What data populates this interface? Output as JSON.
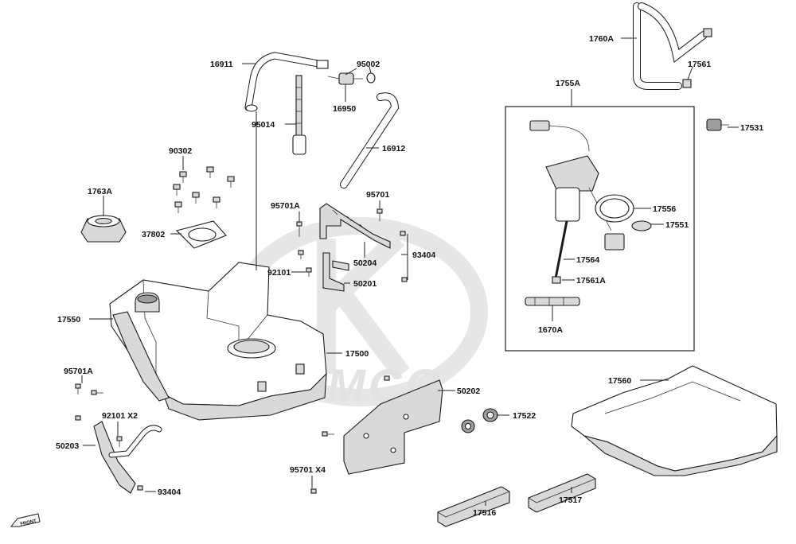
{
  "watermark": {
    "brand": "KYMCO",
    "color": "#e3e3e3"
  },
  "front_marker": {
    "text": "FRONT"
  },
  "assembly_box": {
    "label": "1755A"
  },
  "labels": {
    "p16911": "16911",
    "p95002": "95002",
    "p16950": "16950",
    "p95014": "95014",
    "p16912": "16912",
    "p90302": "90302",
    "p1763A": "1763A",
    "p37802": "37802",
    "p95701A_top": "95701A",
    "p95701_top": "95701",
    "p93404_top": "93404",
    "p92101": "92101",
    "p50204": "50204",
    "p50201": "50201",
    "p17550": "17550",
    "p17500": "17500",
    "p95701A_left": "95701A",
    "p92101x2": "92101  X2",
    "p50203": "50203",
    "p93404_bottom": "93404",
    "p50202": "50202",
    "p17522": "17522",
    "p95701x4": "95701  X4",
    "p17516": "17516",
    "p17517": "17517",
    "p17560": "17560",
    "p1760A": "1760A",
    "p17561": "17561",
    "p17531": "17531",
    "p17556": "17556",
    "p17551": "17551",
    "p17564": "17564",
    "p17561A": "17561A",
    "p1670A": "1670A"
  }
}
